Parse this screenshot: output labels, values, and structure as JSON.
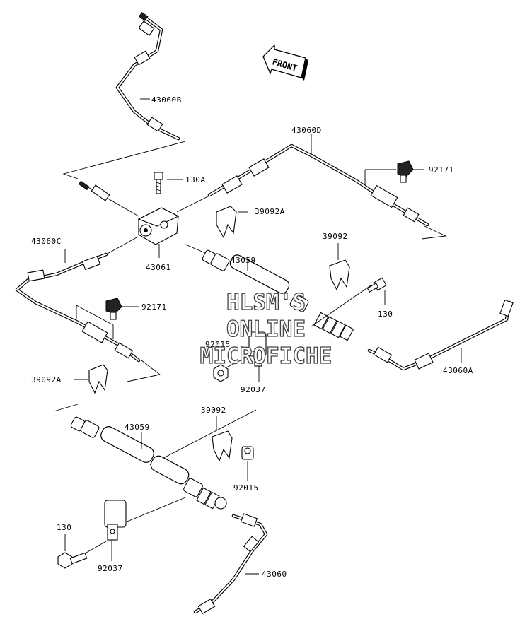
{
  "front_label": "FRONT",
  "watermark": [
    "HLSM'S",
    "ONLINE",
    "MICROFICHE"
  ],
  "callouts": {
    "p43060B": "43060B",
    "p43060D": "43060D",
    "p130A": "130A",
    "p92171_right": "92171",
    "p39092A_top": "39092A",
    "p43060C": "43060C",
    "p43061": "43061",
    "p39092_top": "39092",
    "p43059_top": "43059",
    "p92171_left": "92171",
    "p130_top": "130",
    "p92015_top": "92015",
    "p43060A": "43060A",
    "p92037_top": "92037",
    "p39092A_left": "39092A",
    "p39092_bottom": "39092",
    "p43059_bottom": "43059",
    "p92015_bottom": "92015",
    "p130_bottom": "130",
    "p92037_bottom": "92037",
    "p43060": "43060"
  }
}
